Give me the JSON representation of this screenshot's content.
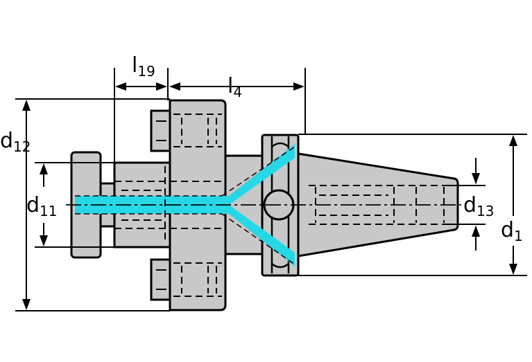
{
  "colors": {
    "body_fill": "#c8c8c8",
    "outline": "#000000",
    "coolant": "#26d7e6",
    "background": "#ffffff"
  },
  "labels": {
    "l19": {
      "main": "l",
      "sub": "19"
    },
    "l4": {
      "main": "l",
      "sub": "4"
    },
    "d12": {
      "main": "d",
      "sub": "12"
    },
    "d11": {
      "main": "d",
      "sub": "11"
    },
    "d13": {
      "main": "d",
      "sub": "13"
    },
    "d1": {
      "main": "d",
      "sub": "1"
    }
  }
}
